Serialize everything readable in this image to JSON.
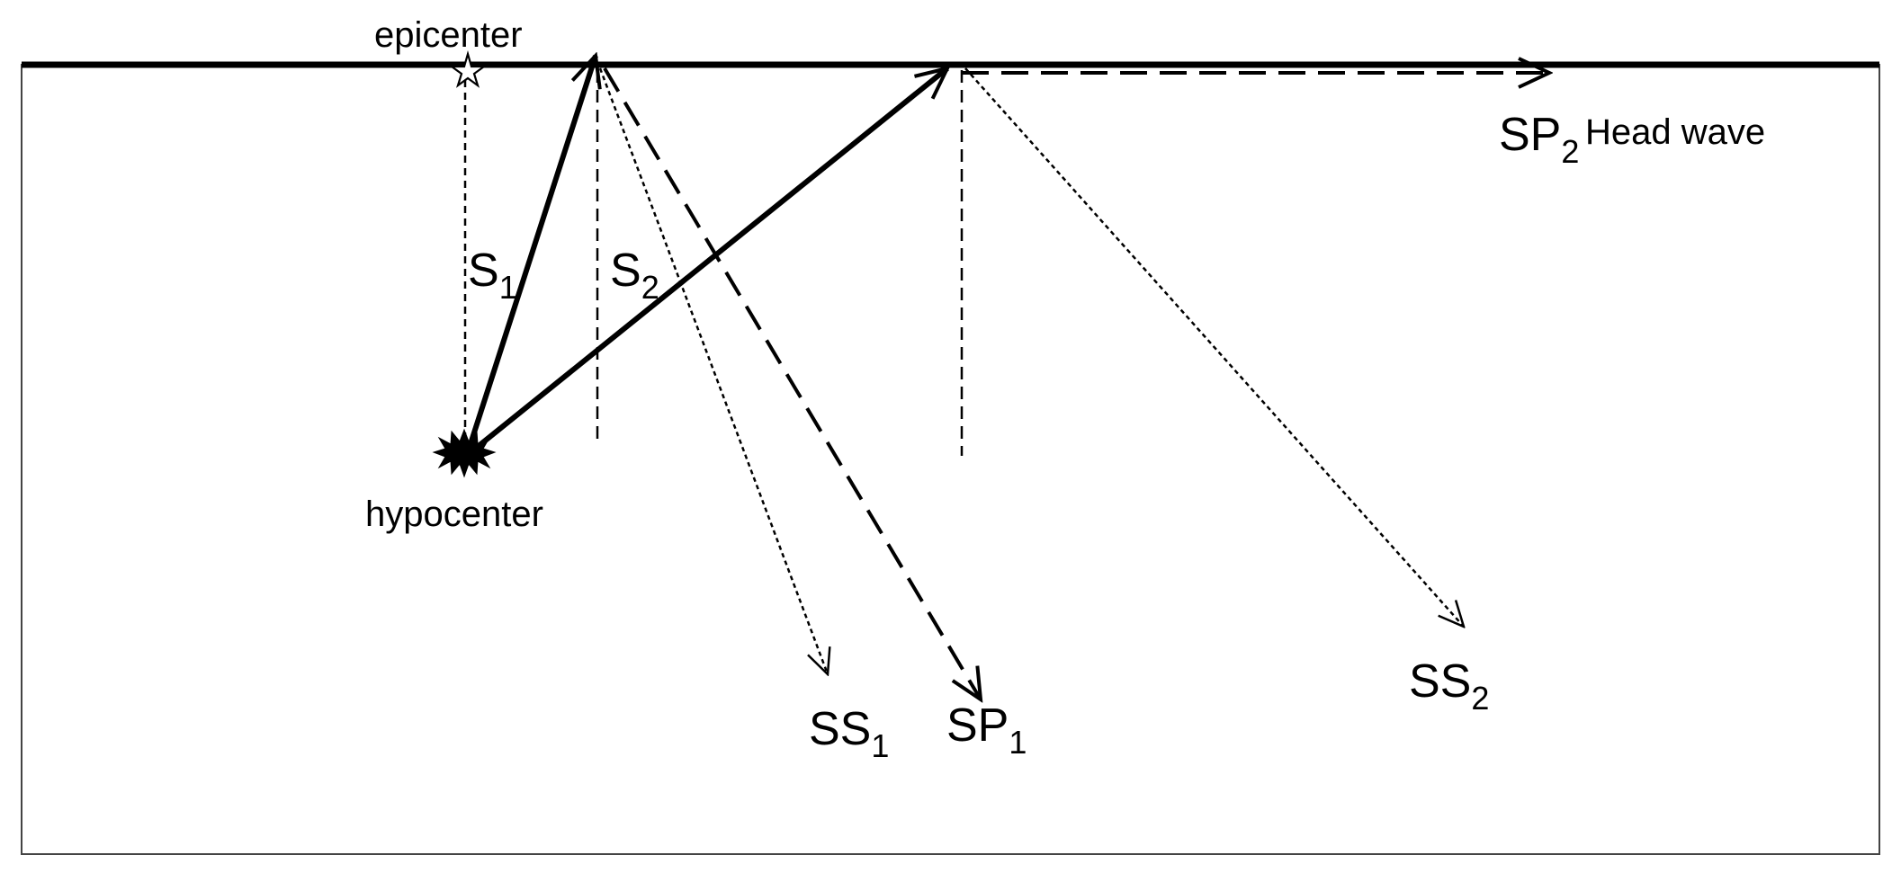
{
  "diagram": {
    "colors": {
      "ink": "#000000",
      "background": "#ffffff",
      "frame": "#444444"
    },
    "labels": {
      "epicenter": "epicenter",
      "hypocenter": "hypocenter",
      "s1": {
        "base": "S",
        "sub": "1"
      },
      "s2": {
        "base": "S",
        "sub": "2"
      },
      "ss1": {
        "base": "SS",
        "sub": "1"
      },
      "sp1": {
        "base": "SP",
        "sub": "1"
      },
      "ss2": {
        "base": "SS",
        "sub": "2"
      },
      "sp2": {
        "base": "SP",
        "sub": "2"
      },
      "head_wave": "Head wave"
    },
    "icons": {
      "epicenter": "star-icon",
      "hypocenter": "burst-icon"
    }
  }
}
